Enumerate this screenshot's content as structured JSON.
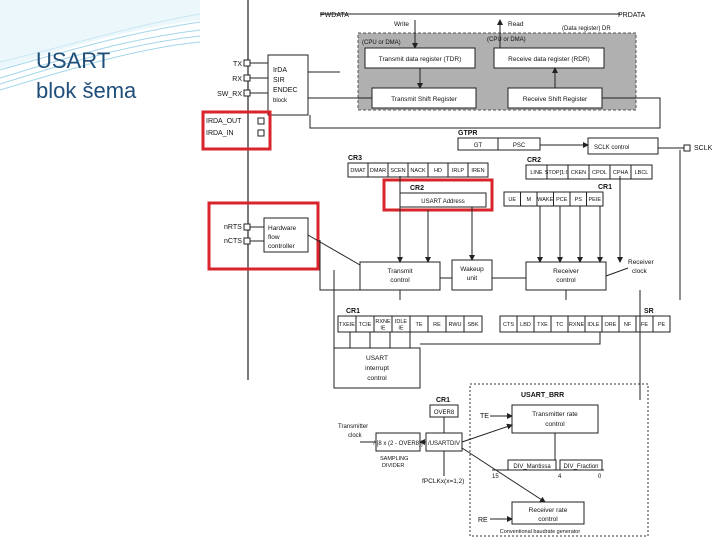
{
  "slide": {
    "title_line1": "USART",
    "title_line2": "blok šema",
    "colors": {
      "title": "#1f4e79",
      "accent": "#d9242b",
      "gray_block": "#b0b0b0",
      "swoosh": "#5bb5d9"
    }
  },
  "diagram": {
    "bus_write_label": "PWDATA",
    "bus_read_label": "PRDATA",
    "write": "Write",
    "read": "Read",
    "data_register": "(Data register) DR",
    "cpu_dma_left": "(CPU or DMA)",
    "cpu_dma_right": "(CPU or DMA)",
    "tdr": "Transmit data register (TDR)",
    "rdr": "Receive data register (RDR)",
    "tsr": "Transmit Shift Register",
    "rsr": "Receive Shift Register",
    "pins": {
      "tx": "TX",
      "rx": "RX",
      "sw_rx": "SW_RX",
      "irda_out": "IRDA_OUT",
      "irda_in": "IRDA_IN",
      "nrts": "nRTS",
      "ncts": "nCTS",
      "sclk": "SCLK"
    },
    "irda_block": [
      "IrDA",
      "SIR",
      "ENDEC",
      "block"
    ],
    "gtpr": {
      "label": "GTPR",
      "gt": "GT",
      "psc": "PSC"
    },
    "sclk_control": "SCLK control",
    "cr3": {
      "label": "CR3",
      "fields": [
        "DMAT",
        "DMAR",
        "SCEN",
        "NACK",
        "HD",
        "IRLP",
        "IREN"
      ]
    },
    "cr2_top": {
      "label": "CR2",
      "fields": [
        "LINE",
        "STOP[1:0]",
        "CKEN",
        "CPOL",
        "CPHA",
        "LBCL"
      ]
    },
    "cr2_addr": {
      "label": "CR2",
      "field": "USART Address"
    },
    "cr1_top": {
      "label": "CR1",
      "fields": [
        "UE",
        "M",
        "WAKE",
        "PCE",
        "PS",
        "PEIE"
      ]
    },
    "hw_flow": [
      "Hardware",
      "flow",
      "controller"
    ],
    "transmit_control": [
      "Transmit",
      "control"
    ],
    "wakeup_unit": [
      "Wakeup",
      "unit"
    ],
    "receiver_control": [
      "Receiver",
      "control"
    ],
    "receiver_clock": [
      "Receiver",
      "clock"
    ],
    "cr1_bottom": {
      "label": "CR1",
      "fields": [
        "TXEIE",
        "TCIE",
        "RXNE IE",
        "IDLE IE",
        "TE",
        "RE",
        "RWU",
        "SBK"
      ]
    },
    "sr": {
      "label": "SR",
      "fields": [
        "CTS",
        "LBD",
        "TXE",
        "TC",
        "RXNE",
        "IDLE",
        "ORE",
        "NF",
        "FE",
        "PE"
      ]
    },
    "interrupt_control": [
      "USART",
      "interrupt",
      "control"
    ],
    "usart_brr": "USART_BRR",
    "cr1_over8": {
      "label": "CR1",
      "field": "OVER8"
    },
    "te": "TE",
    "re": "RE",
    "tx_rate_control": [
      "Transmitter rate",
      "control"
    ],
    "rx_rate_control": [
      "Receiver rate",
      "control"
    ],
    "transmitter_clock": [
      "Transmitter",
      "clock"
    ],
    "divider_formula": "/ [8 x (2 - OVER8)]",
    "usartdiv": "/USARTDIV",
    "sampling_divider": [
      "SAMPLING",
      "DIVIDER"
    ],
    "div_mantissa": "DIV_Mantissa",
    "div_fraction": "DIV_Fraction",
    "bit_15": "15",
    "bit_4": "4",
    "bit_0": "0",
    "pclk": "fPCLKx(x=1,2)",
    "baudrate_generator": "Conventional baudrate generator"
  }
}
